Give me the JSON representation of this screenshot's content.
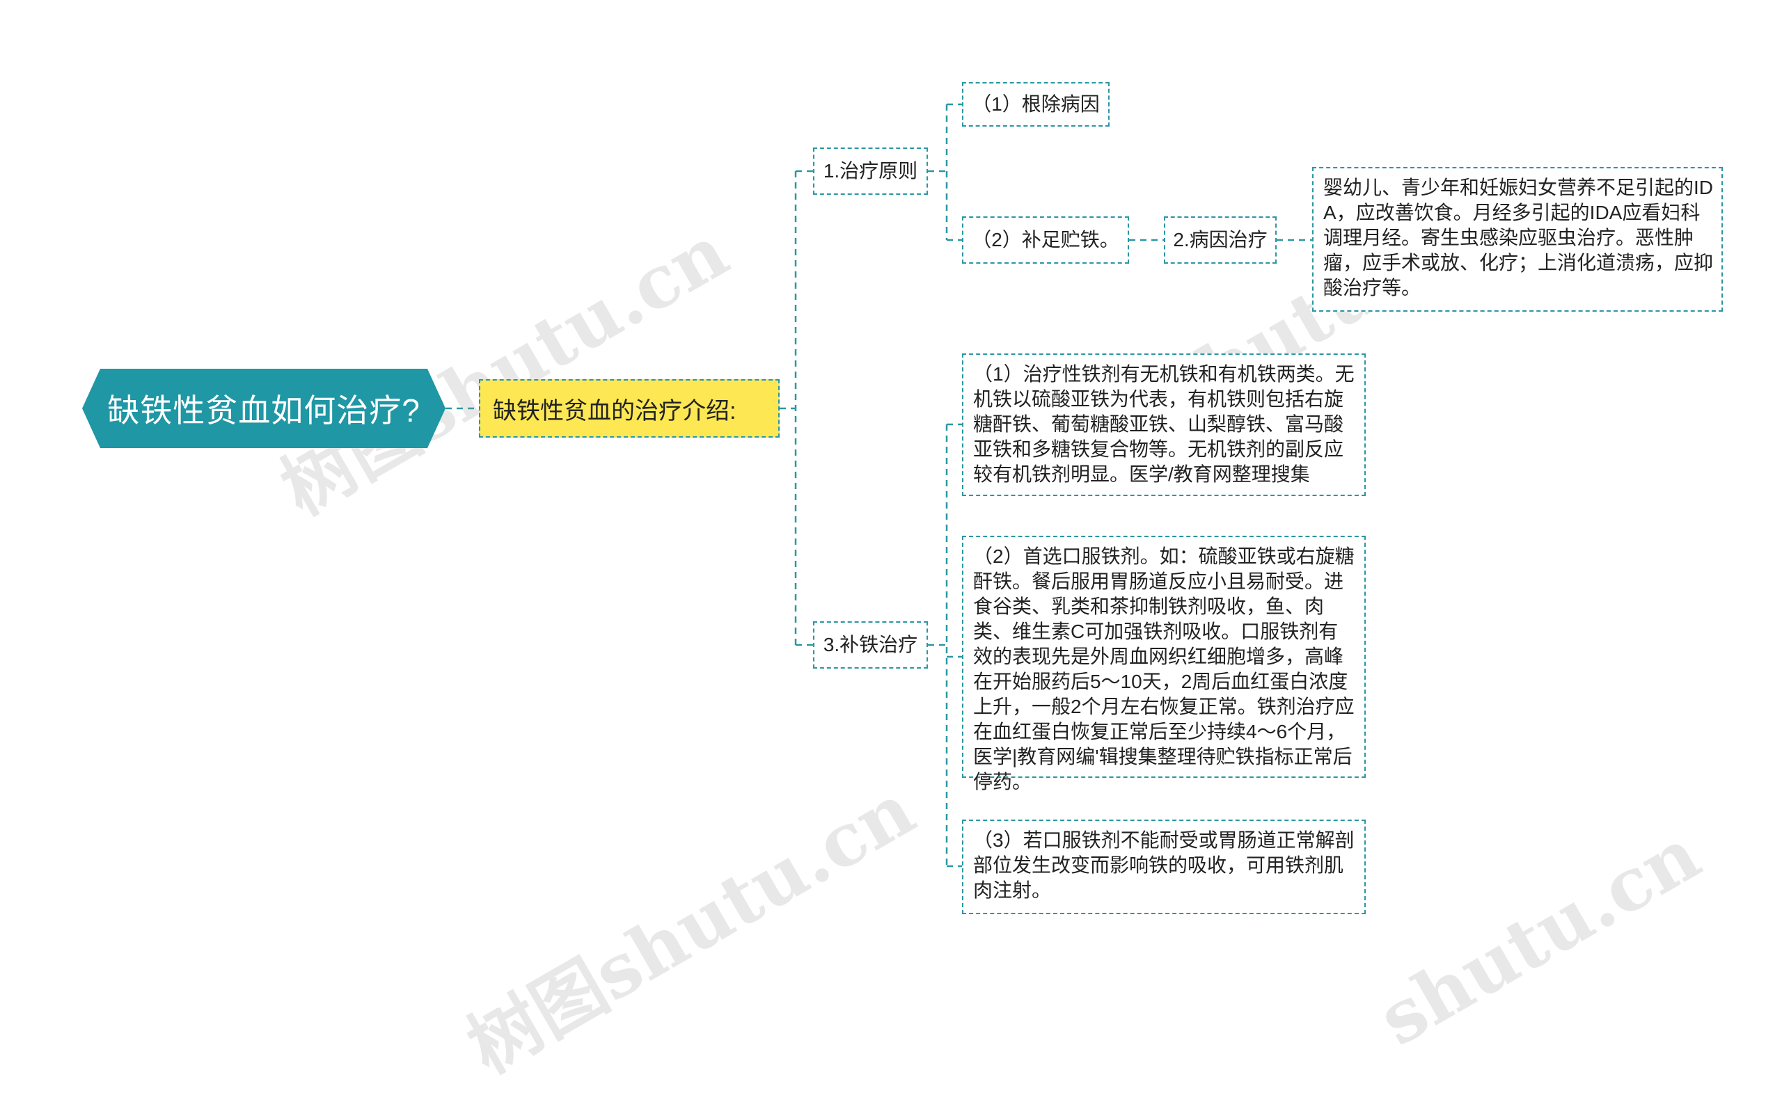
{
  "root": {
    "title": "缺铁性贫血如何治疗?"
  },
  "subtopic": {
    "label": "缺铁性贫血的治疗介绍:"
  },
  "branches": {
    "principle": {
      "label": "1.治疗原则",
      "items": {
        "remove_cause": "（1）根除病因",
        "replenish_iron": "（2）补足贮铁。"
      }
    },
    "cause_treatment": {
      "label": "2.病因治疗",
      "detail": "婴幼儿、青少年和妊娠妇女营养不足引起的IDA，应改善饮食。月经多引起的IDA应看妇科调理月经。寄生虫感染应驱虫治疗。恶性肿瘤，应手术或放、化疗；上消化道溃疡，应抑酸治疗等。"
    },
    "iron_supplement": {
      "label": "3.补铁治疗",
      "items": {
        "item1": "（1）治疗性铁剂有无机铁和有机铁两类。无机铁以硫酸亚铁为代表，有机铁则包括右旋糖酐铁、葡萄糖酸亚铁、山梨醇铁、富马酸亚铁和多糖铁复合物等。无机铁剂的副反应较有机铁剂明显。医学/教育网整理搜集",
        "item2": "（2）首选口服铁剂。如：硫酸亚铁或右旋糖酐铁。餐后服用胃肠道反应小且易耐受。进食谷类、乳类和茶抑制铁剂吸收，鱼、肉类、维生素C可加强铁剂吸收。口服铁剂有效的表现先是外周血网织红细胞增多，高峰在开始服药后5～10天，2周后血红蛋白浓度上升，一般2个月左右恢复正常。铁剂治疗应在血红蛋白恢复正常后至少持续4～6个月，医学|教育网编'辑搜集整理待贮铁指标正常后停药。",
        "item3": "（3）若口服铁剂不能耐受或胃肠道正常解剖部位发生改变而影响铁的吸收，可用铁剂肌肉注射。"
      }
    }
  },
  "watermarks": [
    "树图shutu.cn",
    "shutu.cn",
    "树图shutu.cn",
    "shutu.cn"
  ],
  "colors": {
    "root_fill": "#1f97a5",
    "subtopic_fill": "#fde853",
    "connector": "#2a97a3",
    "text": "#222222"
  }
}
